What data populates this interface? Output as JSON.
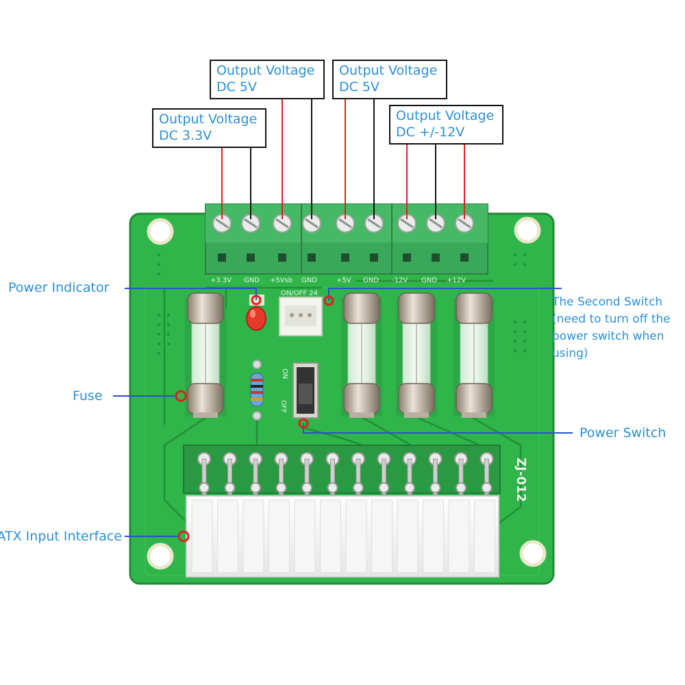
{
  "callout_boxes": [
    {
      "line1": "Output Voltage",
      "line2": "DC 3.3V"
    },
    {
      "line1": "Output Voltage",
      "line2": "DC 5V"
    },
    {
      "line1": "Output Voltage",
      "line2": "DC 5V"
    },
    {
      "line1": "Output Voltage",
      "line2": "DC +/-12V"
    }
  ],
  "labels": {
    "power_indicator": "Power Indicator",
    "fuse": "Fuse",
    "atx_input": "ATX Input Interface",
    "second_switch": [
      "The Second Switch",
      "(need to turn off the",
      "power switch when",
      "using)"
    ],
    "power_switch": "Power Switch"
  },
  "silkscreen": {
    "terminals": [
      "+3.3V",
      "GND",
      "+5Vsb",
      "GND",
      "+5V",
      "GND",
      "-12V",
      "GND",
      "+12V"
    ],
    "switch_on": "ON",
    "switch_off": "OFF",
    "header": "ON/OFF 24",
    "model": "ZJ-012"
  },
  "colors": {
    "label_blue": "#2b8fd6",
    "pcb_green": "#2fb54a",
    "terminal_green": "#3aa85a",
    "wire_red": "#e02020",
    "marker_red": "#e02020",
    "pointer_line": "#2a52c9"
  }
}
